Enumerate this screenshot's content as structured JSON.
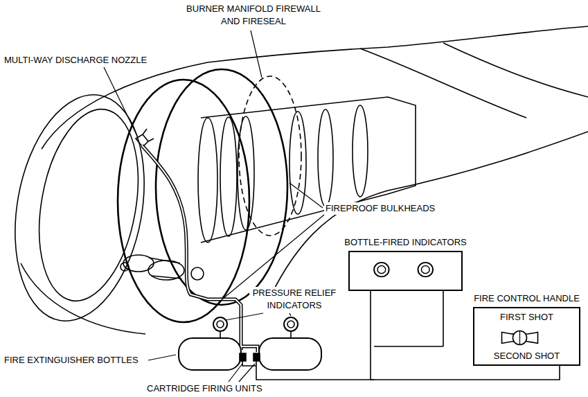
{
  "diagram": {
    "nodes": [
      {
        "text": [
          "BOTTLE-FIRED INDICATORS"
        ]
      },
      {
        "text": [
          "FIRE CONTROL HANDLE",
          "FIRST SHOT",
          "SECOND SHOT"
        ]
      }
    ],
    "edges": [
      {
        "from": 0,
        "to": 1,
        "arrow": "none"
      }
    ],
    "labels": [
      "BURNER MANIFOLD FIREWALL AND FIRESEAL",
      "MULTI-WAY DISCHARGE NOZZLE",
      "FIREPROOF BULKHEADS",
      "PRESSURE RELIEF INDICATORS",
      "FIRE EXTINGUISHER BOTTLES",
      "CARTRIDGE FIRING UNITS"
    ]
  }
}
